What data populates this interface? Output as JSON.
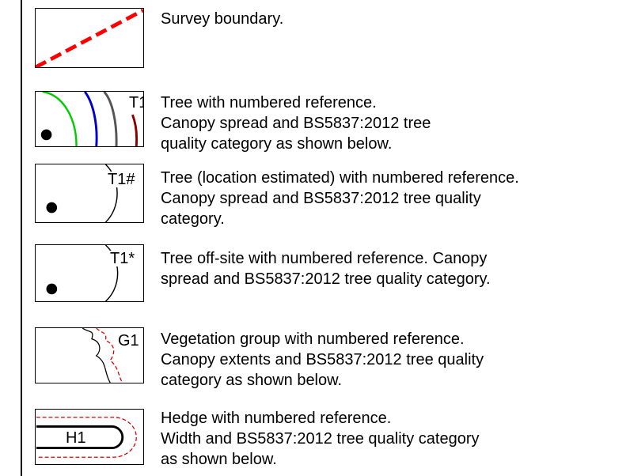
{
  "legend": {
    "items": [
      {
        "id": "survey-boundary",
        "tag": "",
        "description": "Survey boundary."
      },
      {
        "id": "tree",
        "tag": "T1",
        "description": "Tree with numbered reference.\nCanopy spread and BS5837:2012 tree\nquality category as shown below."
      },
      {
        "id": "tree-estimated",
        "tag": "T1#",
        "description": "Tree (location estimated) with numbered reference.\nCanopy spread and BS5837:2012 tree quality\ncategory."
      },
      {
        "id": "tree-offsite",
        "tag": "T1*",
        "description": "Tree off-site with numbered reference. Canopy\nspread and BS5837:2012 tree quality category."
      },
      {
        "id": "vegetation-group",
        "tag": "G1",
        "description": "Vegetation group with numbered reference.\nCanopy extents and BS5837:2012 tree quality\ncategory as shown below."
      },
      {
        "id": "hedge",
        "tag": "H1",
        "description": "Hedge with numbered reference.\nWidth and BS5837:2012 tree quality category\nas shown below."
      }
    ],
    "colors": {
      "boundary": "#ff0000",
      "category_a": "#00cc00",
      "category_b": "#0000cc",
      "category_c": "#555555",
      "category_u": "#8b0000",
      "dashed_extent": "#dd0000"
    }
  }
}
